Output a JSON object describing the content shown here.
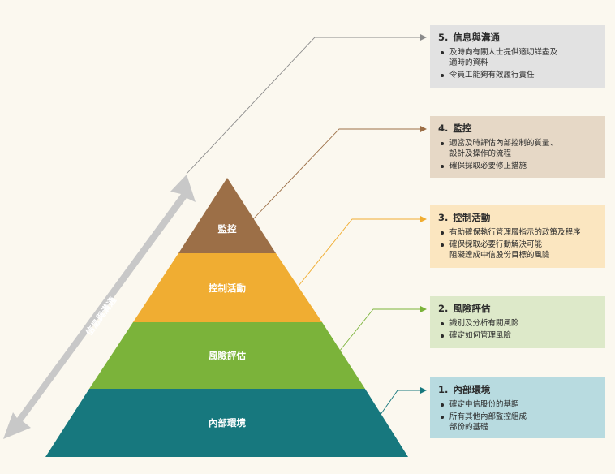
{
  "arrow_label": "信息與溝通",
  "tiers": [
    {
      "label": "監控",
      "color": "#9c6f47"
    },
    {
      "label": "控制活動",
      "color": "#f0ad32"
    },
    {
      "label": "風險評估",
      "color": "#7bb33a"
    },
    {
      "label": "內部環境",
      "color": "#17787e"
    }
  ],
  "arrow_color": "#c8c8c8",
  "boxes": [
    {
      "num": "5.",
      "title": "信息與溝通",
      "bg": "#e2e2e2",
      "line": "#8a8a8a",
      "bullets": [
        [
          "及時向有關人士提供適切詳盡及",
          "適時的資料"
        ],
        [
          "令員工能夠有效履行責任"
        ]
      ]
    },
    {
      "num": "4.",
      "title": "監控",
      "bg": "#e6d8c6",
      "line": "#9c6f47",
      "bullets": [
        [
          "適當及時評估內部控制的質量、",
          "設計及操作的流程"
        ],
        [
          "確保採取必要修正措施"
        ]
      ]
    },
    {
      "num": "3.",
      "title": "控制活動",
      "bg": "#fbe6c0",
      "line": "#f0ad32",
      "bullets": [
        [
          "有助確保執行管理層指示的政策及程序"
        ],
        [
          "確保採取必要行動解決可能",
          "阻礙達成中信股份目標的風險"
        ]
      ]
    },
    {
      "num": "2.",
      "title": "風險評估",
      "bg": "#dde9c9",
      "line": "#7bb33a",
      "bullets": [
        [
          "識別及分析有關風險"
        ],
        [
          "確定如何管理風險"
        ]
      ]
    },
    {
      "num": "1.",
      "title": "內部環境",
      "bg": "#b8dbe0",
      "line": "#17787e",
      "bullets": [
        [
          "確定中信股份的基調"
        ],
        [
          "所有其他內部監控組成",
          "部份的基礎"
        ]
      ]
    }
  ]
}
